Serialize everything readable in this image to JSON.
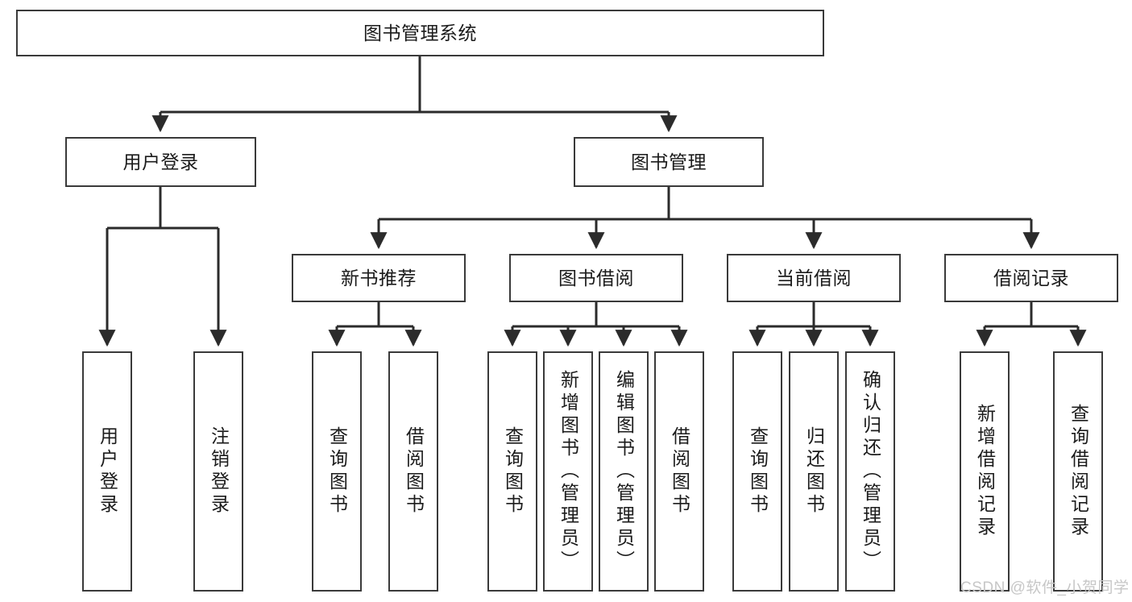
{
  "diagram": {
    "type": "tree-hierarchy",
    "title": "图书管理系统",
    "orientation": "top-down",
    "colors": {
      "box_border": "#3a3a3a",
      "box_fill": "#ffffff",
      "connector": "#2b2b2b",
      "text": "#1b1b1b",
      "watermark": "#c7c7c7",
      "background": "#ffffff"
    },
    "root": {
      "label": "图书管理系统"
    },
    "level2": [
      {
        "label": "用户登录"
      },
      {
        "label": "图书管理"
      }
    ],
    "level3": [
      {
        "label": "新书推荐"
      },
      {
        "label": "图书借阅"
      },
      {
        "label": "当前借阅"
      },
      {
        "label": "借阅记录"
      }
    ],
    "leaves": {
      "user_login": [
        {
          "label": "用户登录"
        },
        {
          "label": "注销登录"
        }
      ],
      "new_book_recommend": [
        {
          "label": "查询图书"
        },
        {
          "label": "借阅图书"
        }
      ],
      "book_borrow": [
        {
          "label": "查询图书"
        },
        {
          "label": "新增图书（管理员）"
        },
        {
          "label": "编辑图书（管理员）"
        },
        {
          "label": "借阅图书"
        }
      ],
      "current_borrow": [
        {
          "label": "查询图书"
        },
        {
          "label": "归还图书"
        },
        {
          "label": "确认归还（管理员）"
        }
      ],
      "borrow_record": [
        {
          "label": "新增借阅记录"
        },
        {
          "label": "查询借阅记录"
        }
      ]
    }
  },
  "watermark": {
    "text": "CSDN @软件_小贺同学"
  }
}
